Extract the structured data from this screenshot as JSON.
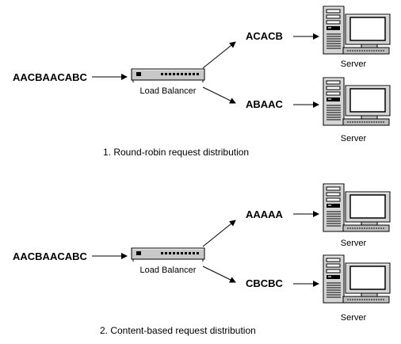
{
  "panels": [
    {
      "input": "AACBAACABC",
      "balancer_label": "Load Balancer",
      "outputs": [
        "ACACB",
        "ABAAC"
      ],
      "server_label": "Server",
      "caption": "1. Round-robin request distribution"
    },
    {
      "input": "AACBAACABC",
      "balancer_label": "Load Balancer",
      "outputs": [
        "AAAAA",
        "CBCBC"
      ],
      "server_label": "Server",
      "caption": "2. Content-based request distribution"
    }
  ],
  "icons": {
    "balancer": "load-balancer-icon",
    "server": "server-workstation-icon"
  }
}
